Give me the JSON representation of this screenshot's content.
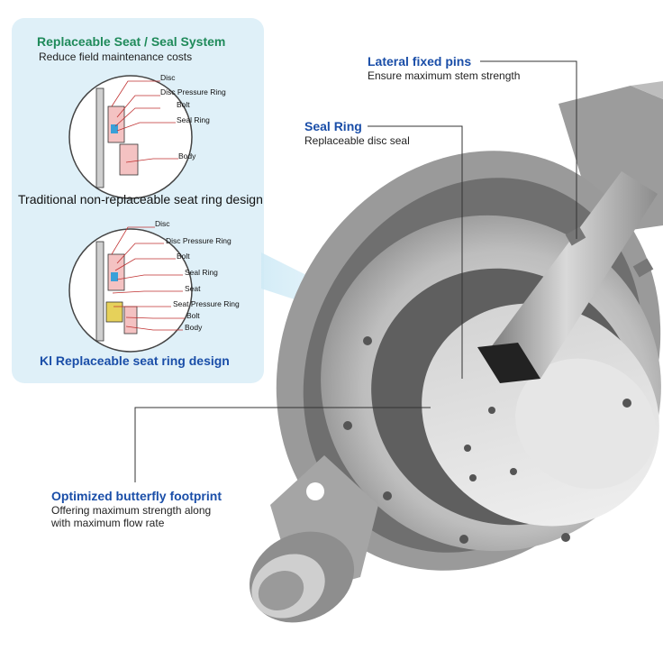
{
  "left_panel": {
    "title": "Replaceable Seat / Seal System",
    "subtitle": "Reduce field maintenance costs",
    "diagram_top": {
      "labels": [
        "Disc",
        "Disc Pressure Ring",
        "Bolt",
        "Seal Ring",
        "Body"
      ]
    },
    "caption_top": "Traditional non-replaceable seat ring design",
    "diagram_bottom": {
      "labels": [
        "Disc",
        "Disc Pressure Ring",
        "Bolt",
        "Seal Ring",
        "Seat",
        "Seat Pressure Ring",
        "Bolt",
        "Body"
      ]
    },
    "caption_bottom": "Kl Replaceable seat ring design"
  },
  "callouts": {
    "lateral_pins": {
      "title": "Lateral fixed pins",
      "text": "Ensure maximum stem strength"
    },
    "seal_ring": {
      "title": "Seal Ring",
      "text": "Replaceable disc seal"
    },
    "footprint": {
      "title": "Optimized butterfly footprint",
      "text_line1": "Offering maximum strength along",
      "text_line2": "with maximum flow rate"
    }
  },
  "colors": {
    "panel_bg": "#dff0f8",
    "green_title": "#1f8a5a",
    "blue_title": "#1a4ea8"
  }
}
